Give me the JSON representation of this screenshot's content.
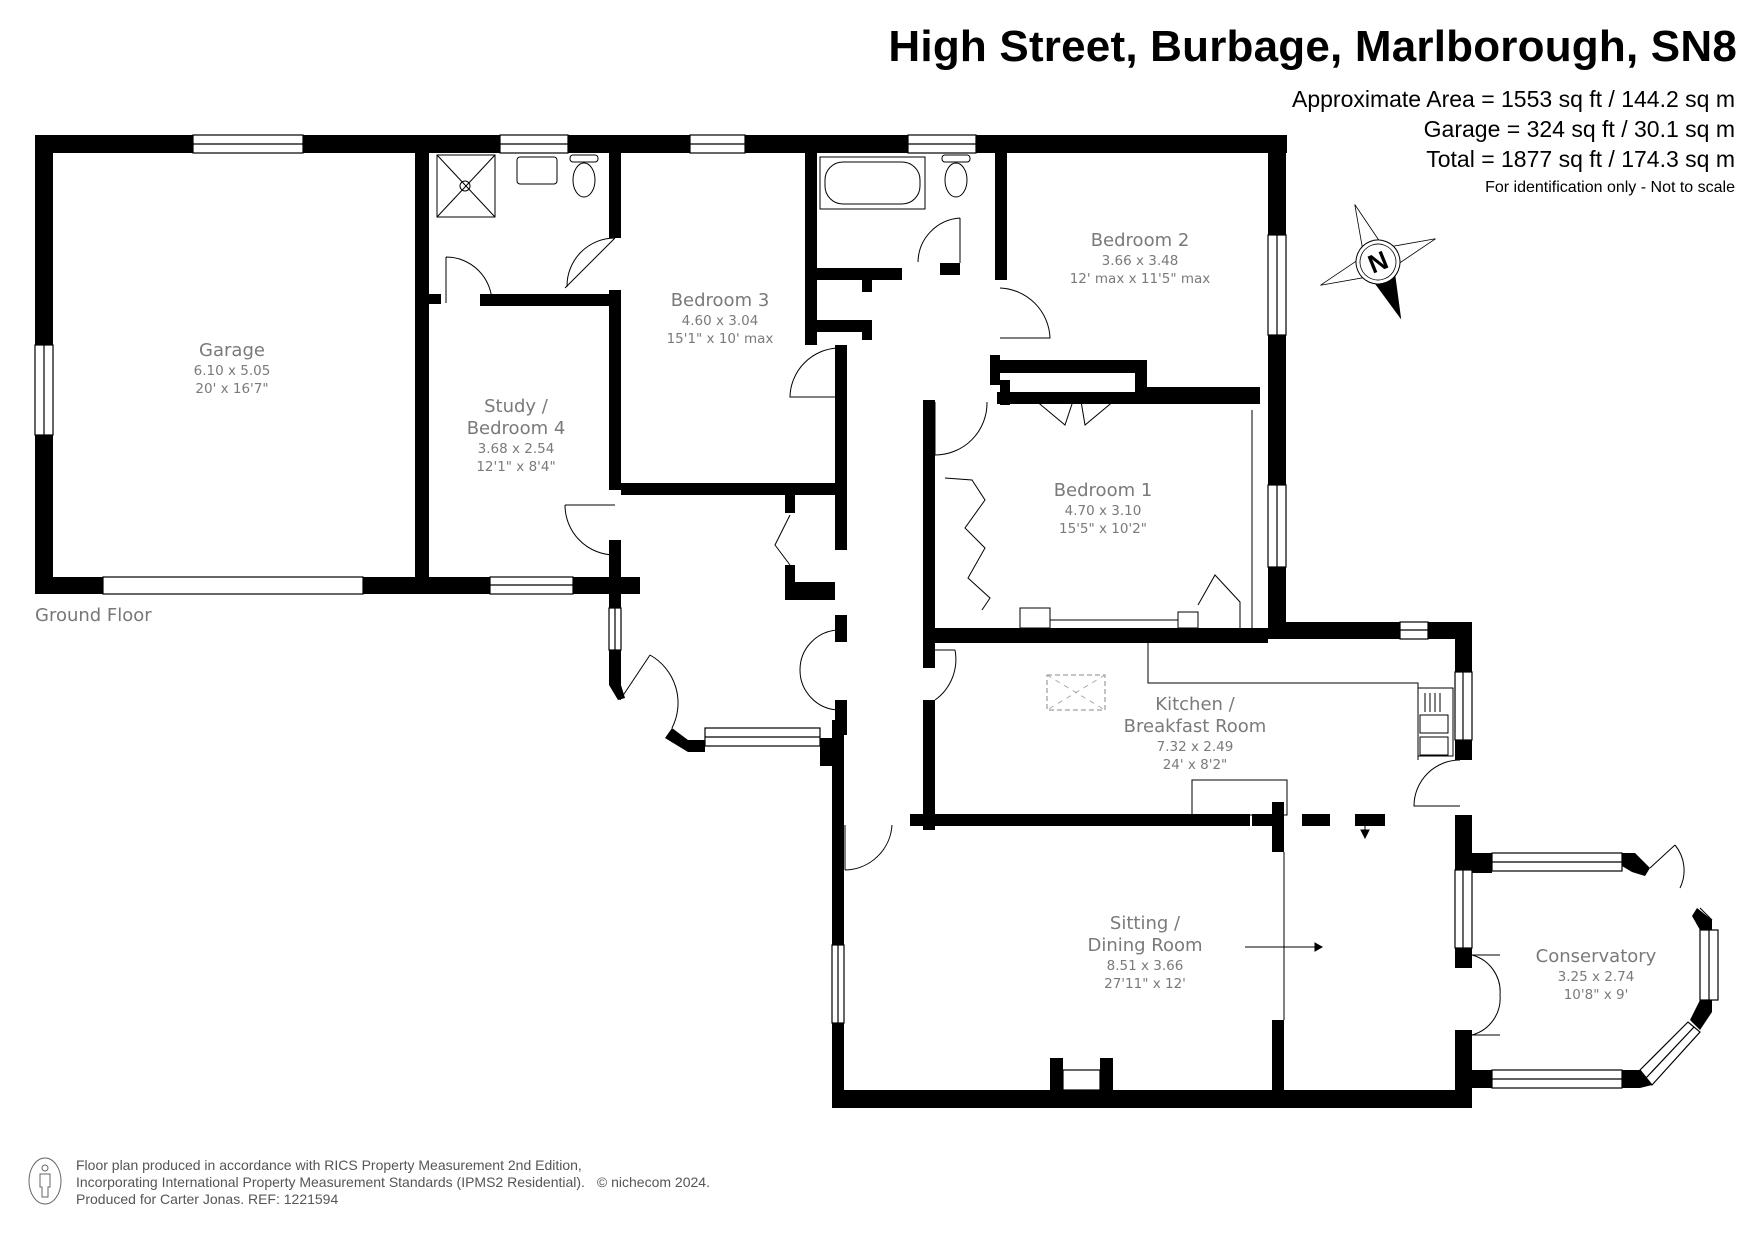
{
  "header": {
    "title": "High Street, Burbage, Marlborough, SN8",
    "approximate_area": "Approximate Area = 1553 sq ft / 144.2 sq m",
    "garage_area": "Garage = 324 sq ft / 30.1 sq m",
    "total_area": "Total = 1877 sq ft / 174.3 sq m",
    "disclaimer": "For identification only - Not to scale"
  },
  "compass": {
    "icon": "north-compass-icon",
    "letter": "N"
  },
  "floor": {
    "label": "Ground Floor"
  },
  "rooms": [
    {
      "name": "Garage",
      "metric": "6.10 x 5.05",
      "imperial": "20' x 16'7\""
    },
    {
      "name_line1": "Study /",
      "name_line2": "Bedroom 4",
      "metric": "3.68 x 2.54",
      "imperial": "12'1\" x 8'4\""
    },
    {
      "name": "Bedroom 3",
      "metric": "4.60 x 3.04",
      "imperial": "15'1\" x 10' max"
    },
    {
      "name": "Bedroom 2",
      "metric": "3.66 x 3.48",
      "imperial": "12' max x 11'5\" max"
    },
    {
      "name": "Bedroom 1",
      "metric": "4.70 x 3.10",
      "imperial": "15'5\" x 10'2\""
    },
    {
      "name_line1": "Kitchen /",
      "name_line2": "Breakfast Room",
      "metric": "7.32 x 2.49",
      "imperial": "24' x 8'2\""
    },
    {
      "name_line1": "Sitting /",
      "name_line2": "Dining Room",
      "metric": "8.51 x 3.66",
      "imperial": "27'11\" x 12'"
    },
    {
      "name": "Conservatory",
      "metric": "3.25 x 2.74",
      "imperial": "10'8\" x 9'"
    }
  ],
  "footer": {
    "line1": "Floor plan produced in accordance with RICS Property Measurement 2nd Edition,",
    "line2": "Incorporating International Property Measurement Standards (IPMS2 Residential).",
    "copyright": "© nichecom 2024.",
    "line3": "Produced for Carter Jonas.   REF: 1221594"
  },
  "colors": {
    "wall": "#000000",
    "label": "#7a7a7a",
    "background": "#ffffff"
  }
}
